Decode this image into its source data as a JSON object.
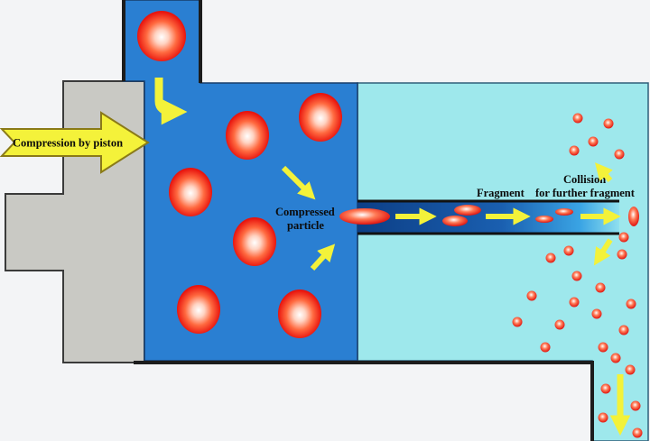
{
  "labels": {
    "piston": "Compression by piston",
    "compressed_line1": "Compressed",
    "compressed_line2": "particle",
    "fragment": "Fragment",
    "collision_line1": "Collision",
    "collision_line2": "for further fragment"
  },
  "colors": {
    "background": "#f3f4f6",
    "piston": "#c9c9c4",
    "chamber": "#2a7fd2",
    "outlet": "#9ee8ec",
    "nozzle_dark": "#15488a",
    "nozzle_light": "#3da7e6",
    "arrow": "#f3f23a",
    "particle": "#ef2a1a",
    "wall": "#1c1c1c"
  }
}
